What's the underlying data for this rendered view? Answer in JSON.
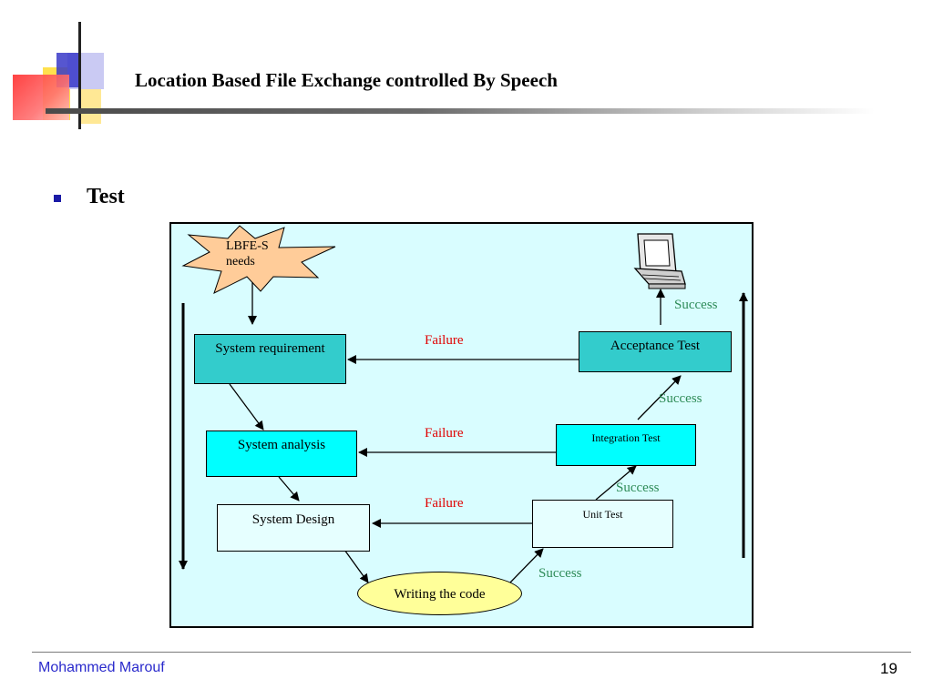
{
  "slide": {
    "title": "Location Based File Exchange controlled By Speech",
    "bullet": "Test",
    "footer_author": "Mohammed Marouf",
    "page_number": "19"
  },
  "diagram": {
    "start_burst": "LBFE-S needs",
    "left_column": [
      "System requirement",
      "System analysis",
      "System Design"
    ],
    "bottom_node": "Writing the code",
    "right_column": [
      "Acceptance Test",
      "Integration Test",
      "Unit Test"
    ],
    "failure_label": "Failure",
    "success_label": "Success",
    "icon": "computer-icon",
    "colors": {
      "panel_bg": "#d9fdff",
      "requirement_box": "#33cccc",
      "analysis_box": "#00ffff",
      "design_box": "#e6ffff",
      "code_oval": "#ffff99",
      "acceptance_box": "#33cccc",
      "integration_box": "#00ffff",
      "unit_box": "#e6ffff",
      "burst": "#ffcc99",
      "failure": "#e00000",
      "success": "#2e8b57",
      "bullet": "#1a1aa6"
    }
  }
}
